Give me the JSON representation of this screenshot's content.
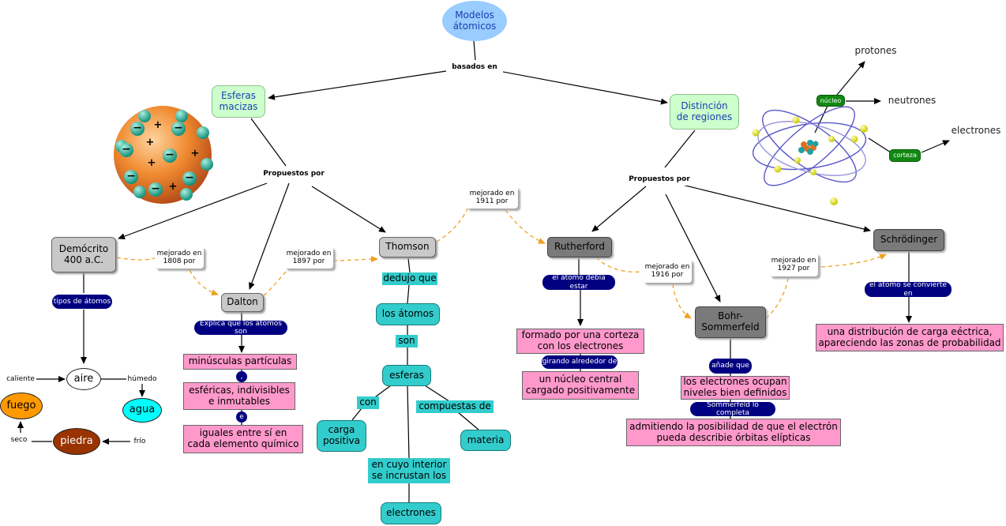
{
  "root": "Modelos\nátomicos",
  "link_based": "basados en",
  "branch_left": "Esferas\nmacizas",
  "branch_right": "Distinción\nde regiones",
  "propuestos_left": "Propuestos por",
  "propuestos_right": "Propuestos por",
  "models": {
    "democrito": "Demócrito\n400 a.C.",
    "dalton": "Dalton",
    "thomson": "Thomson",
    "rutherford": "Rutherford",
    "bohr": "Bohr-\nSommerfeld",
    "schrodinger": "Schrödinger"
  },
  "improvements": {
    "y1808": "mejorado en\n1808 por",
    "y1897": "mejorado en\n1897 por",
    "y1911": "mejorado en\n1911 por",
    "y1916": "mejorado en\n1916 por",
    "y1927": "mejorado en\n1927 por"
  },
  "democrito_branch": {
    "link": "tipos de átomos",
    "aire": "aire",
    "agua": "agua",
    "fuego": "fuego",
    "piedra": "piedra",
    "caliente": "caliente",
    "humedo": "húmedo",
    "frio": "frío",
    "seco": "seco"
  },
  "dalton_branch": {
    "link": "Explica que los átomos son",
    "item1": "minúsculas partículas",
    "link2": ",",
    "item2": "esféricas, indivisibles\ne inmutables",
    "link3": "e",
    "item3": "iguales entre sí en\ncada elemento químico"
  },
  "thomson_branch": {
    "dedujo": "dedujo que",
    "atomos": "los átomos",
    "son": "son",
    "esferas": "esferas",
    "con": "con",
    "carga": "carga\npositiva",
    "compuestas": "compuestas de",
    "materia": "materia",
    "interior": "en cuyo interior\nse incrustan los",
    "electrones": "electrones"
  },
  "rutherford_branch": {
    "link": "el átomo debía estar",
    "corteza": "formado por una corteza\ncon los electrones",
    "girando": "girando alrededor de",
    "nucleo": "un núcleo central\ncargado positivamente"
  },
  "bohr_branch": {
    "link": "añade que",
    "niveles": "los electrones ocupan\nniveles bien definidos",
    "link2": "Sommerfeld lo completa",
    "orbitas": "admitiendo la posibilidad de que el electrón\npueda describie órbitas elípticas"
  },
  "schrodinger_branch": {
    "link": "el átomo se convierte en",
    "distribucion": "una distribución de carga eéctrica,\napareciendo las zonas de probabilidad"
  },
  "atom_labels": {
    "nucleo": "núcleo",
    "corteza": "corteza",
    "protones": "protones",
    "neutrones": "neutrones",
    "electrones": "electrones"
  },
  "sphere_signs": {
    "minus": "−",
    "plus": "+"
  },
  "colors": {
    "root": "#99ccff",
    "green_box": "#ccffcc",
    "teal": "#33cccc",
    "pink": "#ff99cc",
    "navy": "#000080",
    "orange_dash": "#f0a020",
    "sphere": "#f08a30"
  }
}
